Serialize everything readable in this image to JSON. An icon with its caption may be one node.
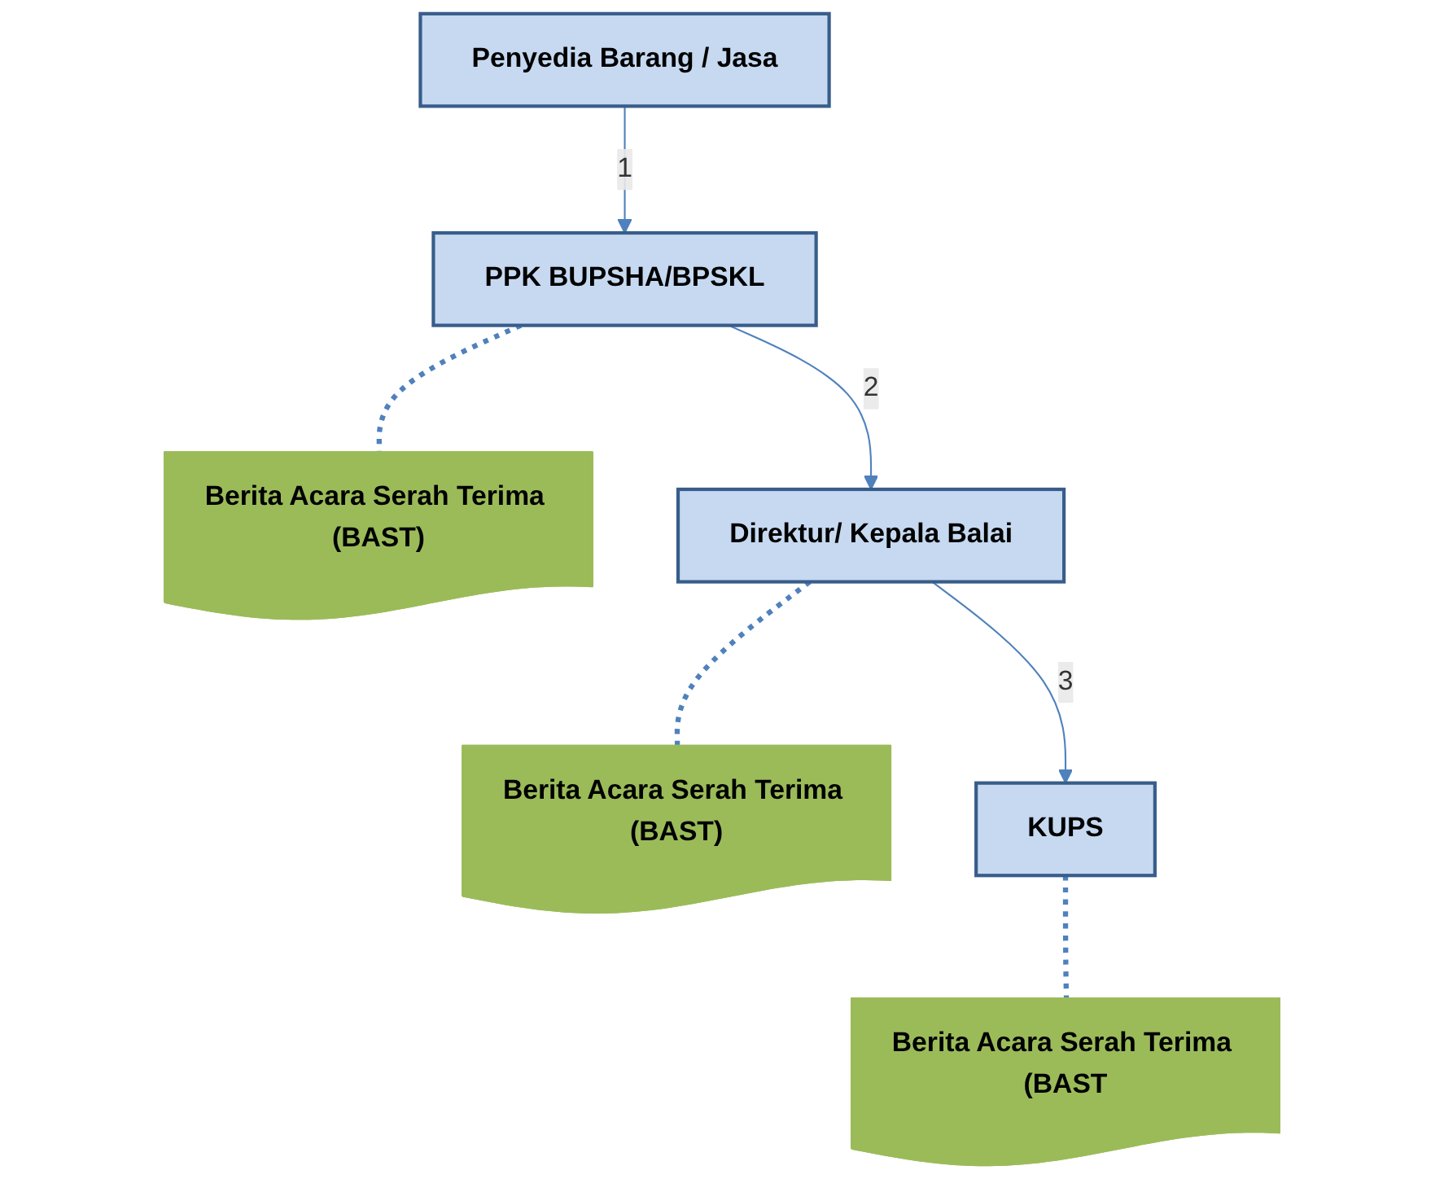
{
  "diagram": {
    "nodes": [
      {
        "text": [
          "Penyedia Barang / Jasa"
        ]
      },
      {
        "text": [
          "PPK BUPSHA/BPSKL"
        ]
      },
      {
        "text": [
          "Berita Acara Serah Terima (BAST)"
        ]
      },
      {
        "text": [
          "Direktur/ Kepala Balai"
        ]
      },
      {
        "text": [
          "Berita Acara Serah Terima (BAST)"
        ]
      },
      {
        "text": [
          "KUPS"
        ]
      },
      {
        "text": [
          "Berita Acara Serah Terima (BAST"
        ]
      }
    ],
    "edges": [
      {
        "from": 0,
        "to": 1,
        "arrow": "to",
        "label": "1"
      },
      {
        "from": 1,
        "to": 2,
        "arrow": "none",
        "style": "dashed"
      },
      {
        "from": 1,
        "to": 3,
        "arrow": "to",
        "label": "2"
      },
      {
        "from": 3,
        "to": 4,
        "arrow": "none",
        "style": "dashed"
      },
      {
        "from": 3,
        "to": 5,
        "arrow": "to",
        "label": "3"
      },
      {
        "from": 5,
        "to": 6,
        "arrow": "none",
        "style": "dashed"
      }
    ]
  }
}
